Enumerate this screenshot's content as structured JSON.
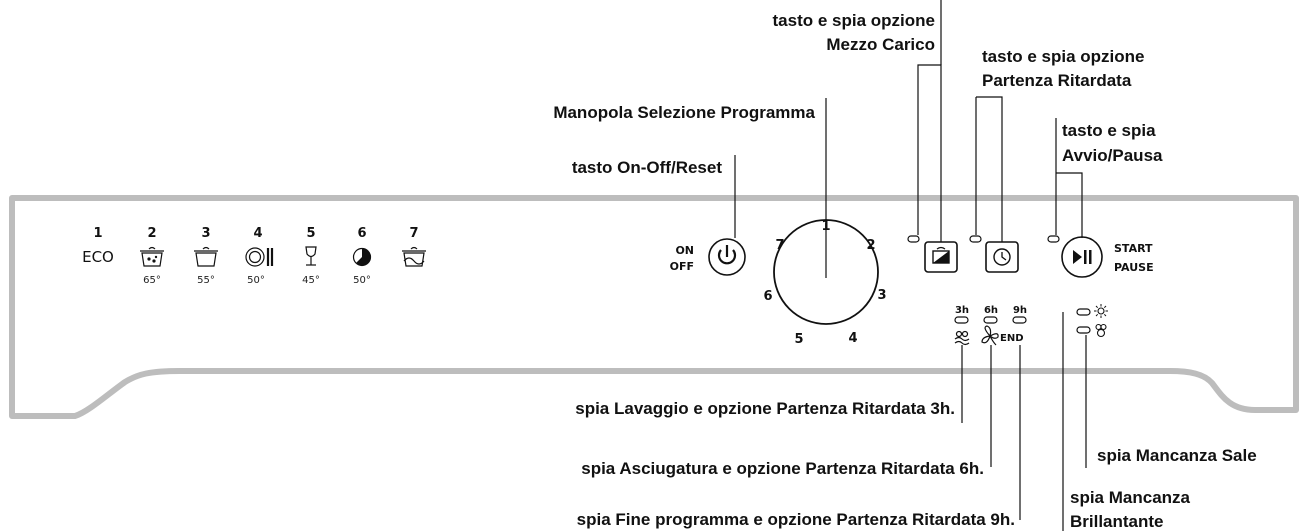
{
  "programs": [
    {
      "num": "1",
      "label": "ECO",
      "temp": "",
      "icon": "eco-text"
    },
    {
      "num": "2",
      "label": "",
      "temp": "65°",
      "icon": "pot-intensive-icon"
    },
    {
      "num": "3",
      "label": "",
      "temp": "55°",
      "icon": "pot-normal-icon"
    },
    {
      "num": "4",
      "label": "",
      "temp": "50°",
      "icon": "plate-cutlery-icon"
    },
    {
      "num": "5",
      "label": "",
      "temp": "45°",
      "icon": "wine-glass-icon"
    },
    {
      "num": "6",
      "label": "",
      "temp": "50°",
      "icon": "half-clock-icon"
    },
    {
      "num": "7",
      "label": "",
      "temp": "",
      "icon": "pot-soak-icon"
    }
  ],
  "power": {
    "on": "ON",
    "off": "OFF"
  },
  "dial_numbers": [
    "1",
    "2",
    "3",
    "4",
    "5",
    "6",
    "7"
  ],
  "delay": {
    "h3": "3h",
    "h6": "6h",
    "h9": "9h",
    "end": "END"
  },
  "start": {
    "line1": "START",
    "line2": "PAUSE"
  },
  "callouts": {
    "half_load": [
      "tasto e spia opzione",
      "Mezzo Carico"
    ],
    "delayed_start": [
      "tasto e spia opzione",
      "Partenza Ritardata"
    ],
    "program_knob": "Manopola Selezione Programma",
    "start_pause": [
      "tasto e spia",
      "Avvio/Pausa"
    ],
    "on_off": "tasto On-Off/Reset",
    "wash_3h": "spia Lavaggio e opzione Partenza Ritardata  3h.",
    "dry_6h": "spia Asciugatura e opzione Partenza Ritardata  6h.",
    "end_9h": "spia Fine programma e opzione Partenza Ritardata  9h.",
    "salt": "spia Mancanza Sale",
    "rinse_aid": [
      "spia Mancanza",
      "Brillantante"
    ]
  },
  "colors": {
    "panel_outline": "#bdbdbd",
    "ink": "#111111"
  }
}
